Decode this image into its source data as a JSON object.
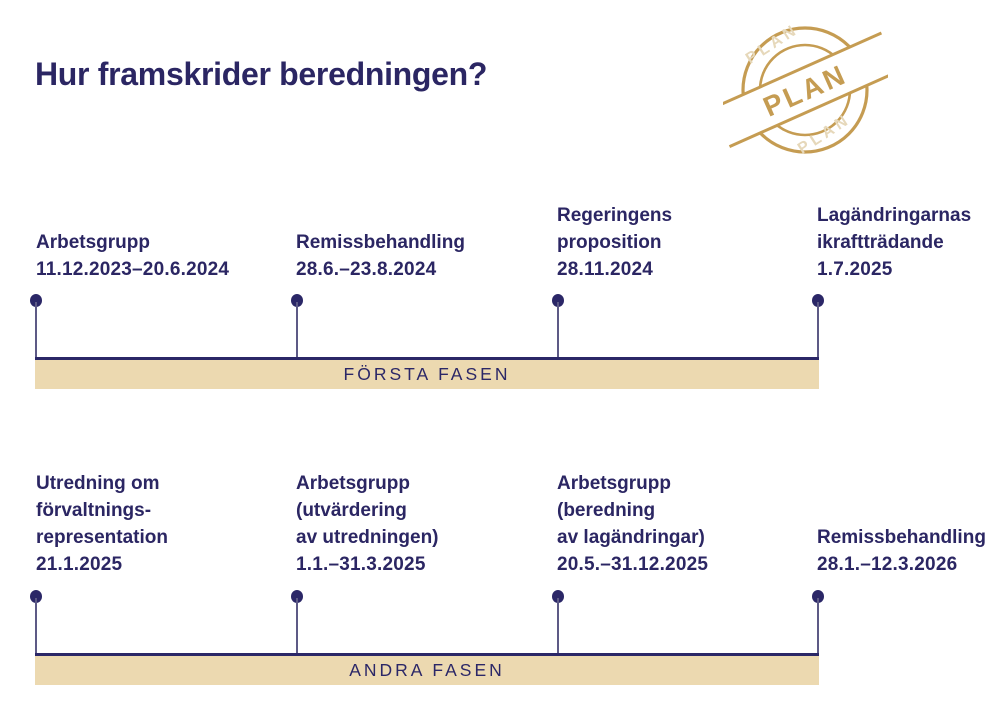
{
  "page": {
    "title": "Hur framskrider beredningen?"
  },
  "stamp": {
    "label": "PLAN",
    "arc_top_label": "PLAN",
    "arc_bottom_label": "PLAN",
    "color": "#c59c52",
    "faded_color": "#e6d8ba"
  },
  "colors": {
    "navy": "#2b2663",
    "tan_bar": "#ecd9b0",
    "dot_navy": "#2b2767"
  },
  "phases": [
    {
      "name": "FÖRSTA FASEN",
      "milestones": [
        {
          "lines": [
            "Arbetsgrupp"
          ],
          "date": "11.12.2023–20.6.2024"
        },
        {
          "lines": [
            "Remissbehandling"
          ],
          "date": "28.6.–23.8.2024"
        },
        {
          "lines": [
            "Regeringens",
            "proposition"
          ],
          "date": "28.11.2024"
        },
        {
          "lines": [
            "Lagändringarnas",
            "ikraftträdande"
          ],
          "date": "1.7.2025"
        }
      ]
    },
    {
      "name": "ANDRA FASEN",
      "milestones": [
        {
          "lines": [
            "Utredning om",
            "förvaltnings-",
            "representation"
          ],
          "date": "21.1.2025"
        },
        {
          "lines": [
            "Arbetsgrupp",
            "(utvärdering",
            "av utredningen)"
          ],
          "date": "1.1.–31.3.2025"
        },
        {
          "lines": [
            "Arbetsgrupp",
            "(beredning",
            "av lagändringar)"
          ],
          "date": "20.5.–31.12.2025"
        },
        {
          "lines": [
            "Remissbehandling"
          ],
          "date": "28.1.–12.3.2026"
        }
      ]
    }
  ]
}
